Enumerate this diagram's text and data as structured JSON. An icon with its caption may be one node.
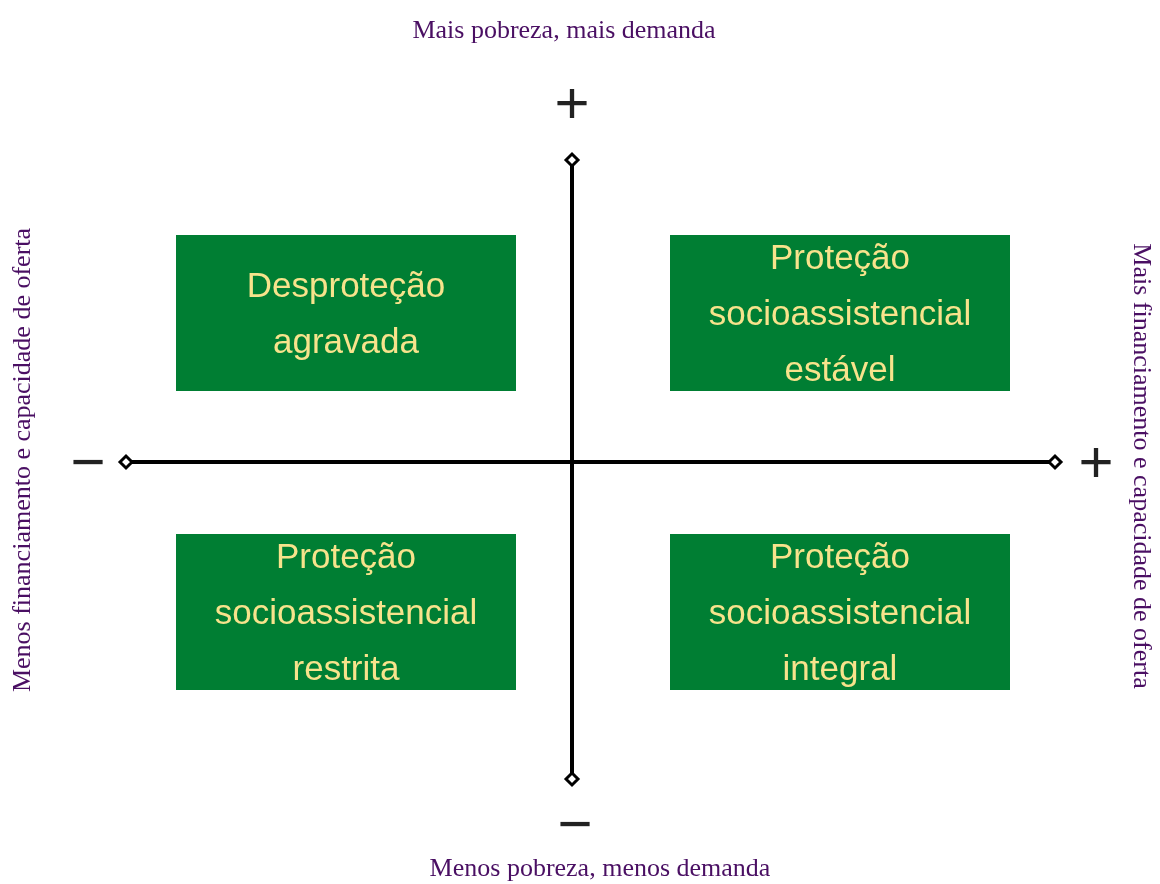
{
  "diagram": {
    "nodes": [
      {
        "text": [
          "Desproteção agravada"
        ]
      },
      {
        "text": [
          "Proteção socioassistencial estável"
        ]
      },
      {
        "text": [
          "Proteção socioassistencial restrita"
        ]
      },
      {
        "text": [
          "Proteção socioassistencial integral"
        ]
      }
    ],
    "labels": [
      "Mais pobreza, mais demanda",
      "+",
      "Menos financiamento e capacidade de oferta",
      "Mais financiamento e capacidade de oferta",
      "−",
      "+",
      "−",
      "Menos pobreza, menos demanda"
    ]
  }
}
